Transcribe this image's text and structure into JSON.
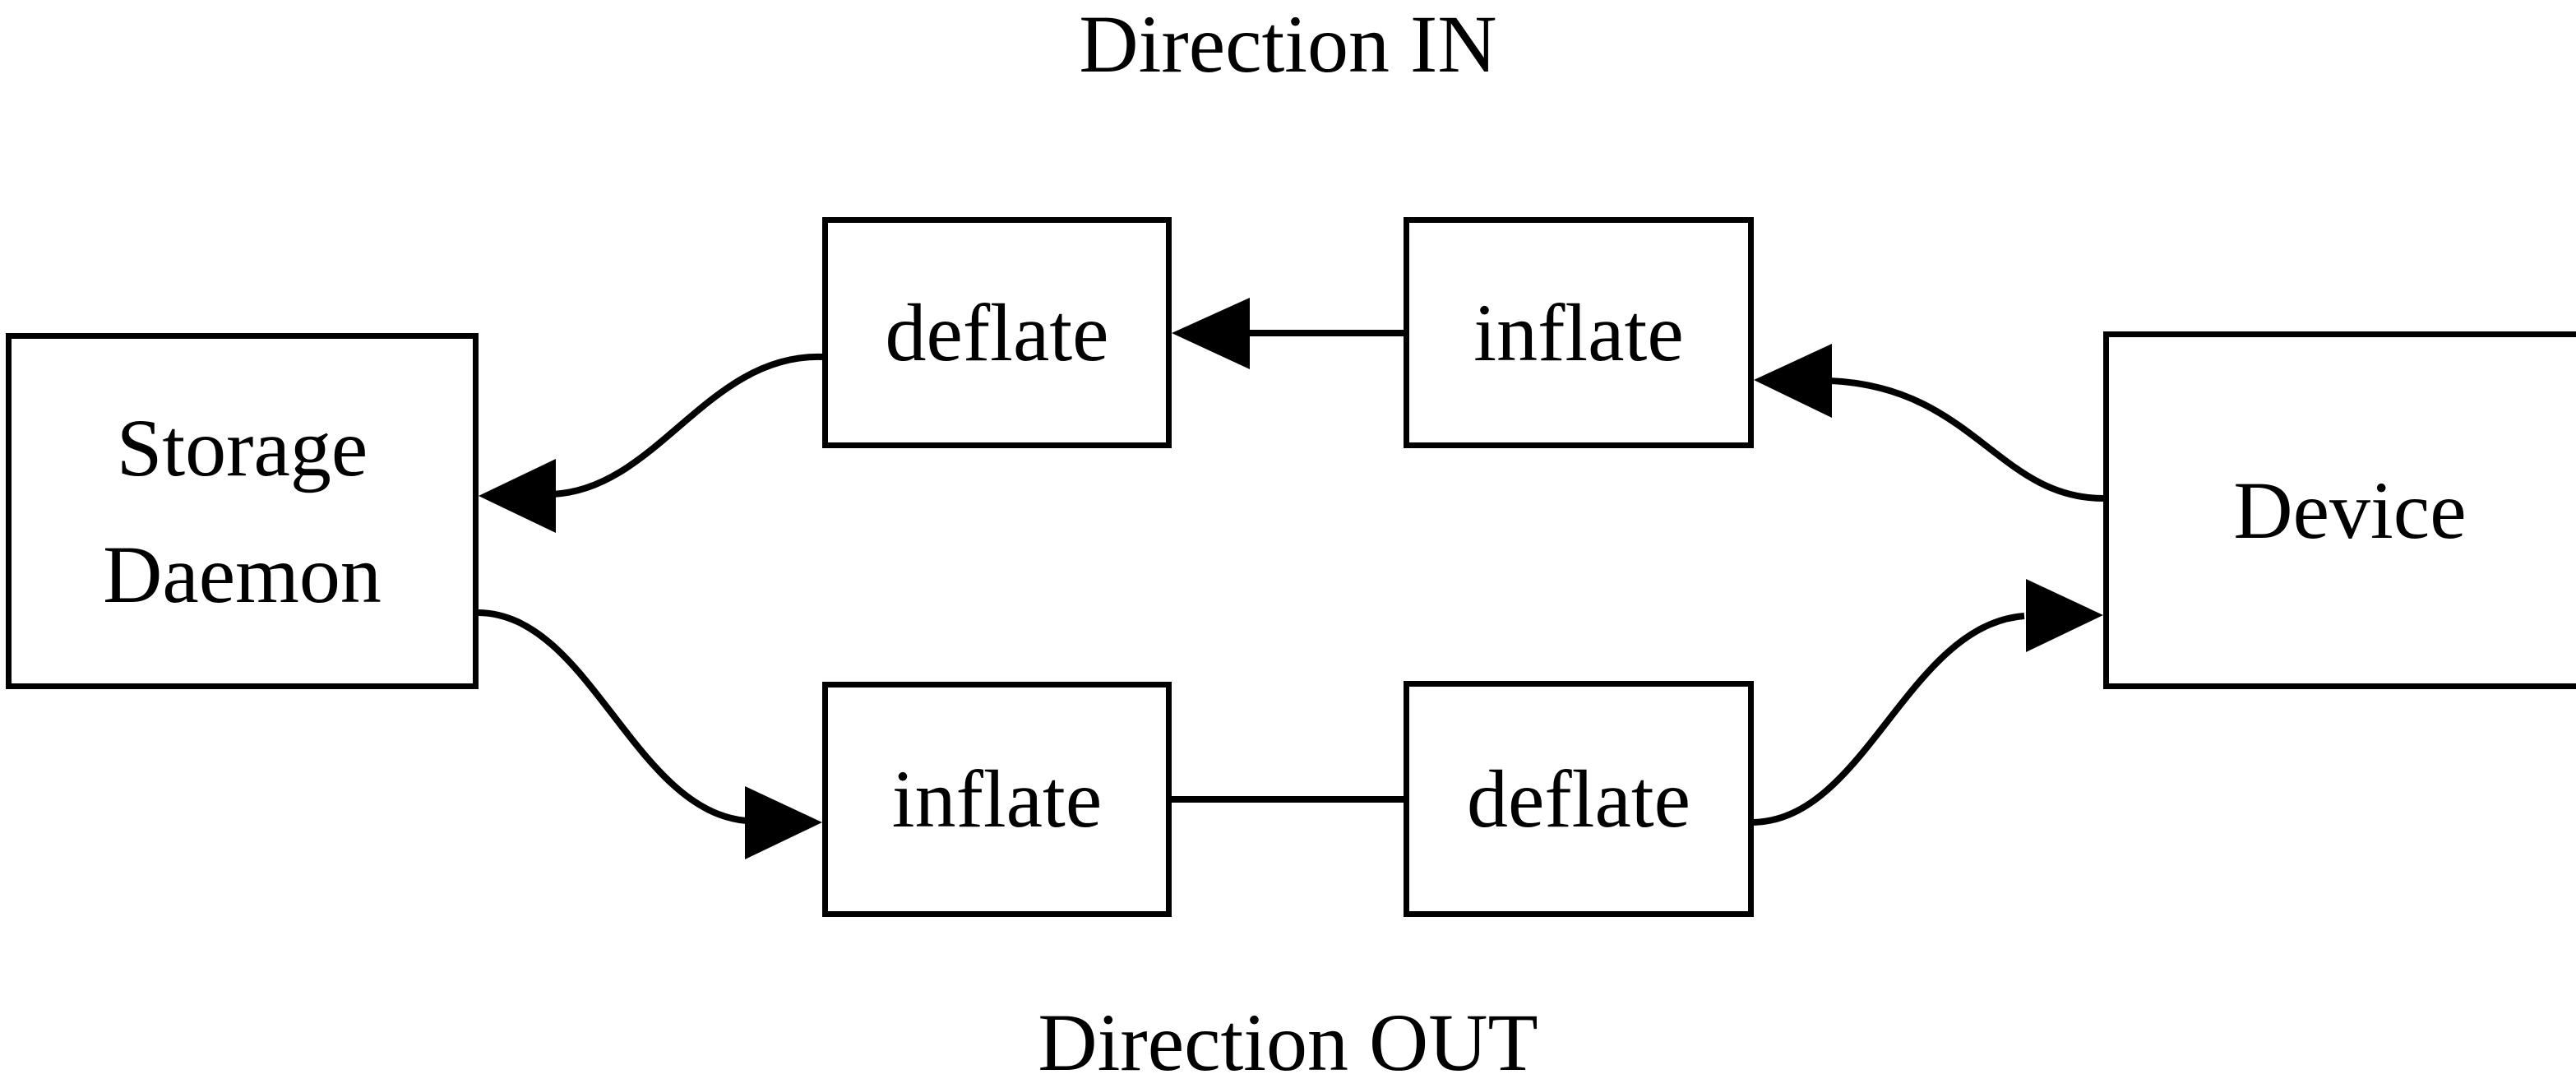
{
  "diagram": {
    "title_top": "Direction IN",
    "title_bottom": "Direction OUT",
    "background_color": "#ffffff",
    "stroke_color": "#000000",
    "nodes": [
      {
        "id": "storage-daemon",
        "lines": [
          "Storage",
          "Daemon"
        ]
      },
      {
        "id": "deflate-in",
        "lines": [
          "deflate"
        ]
      },
      {
        "id": "inflate-in",
        "lines": [
          "inflate"
        ]
      },
      {
        "id": "device",
        "lines": [
          "Device"
        ]
      },
      {
        "id": "inflate-out",
        "lines": [
          "inflate"
        ]
      },
      {
        "id": "deflate-out",
        "lines": [
          "deflate"
        ]
      }
    ],
    "edges": [
      {
        "id": "device-to-inflate-in",
        "from": "device",
        "to": "inflate-in",
        "style": "curved",
        "direction": "left"
      },
      {
        "id": "inflate-in-to-deflate-in",
        "from": "inflate-in",
        "to": "deflate-in",
        "style": "straight",
        "direction": "left"
      },
      {
        "id": "deflate-in-to-storage-daemon",
        "from": "deflate-in",
        "to": "storage-daemon",
        "style": "curved",
        "direction": "left"
      },
      {
        "id": "storage-daemon-to-inflate-out",
        "from": "storage-daemon",
        "to": "inflate-out",
        "style": "curved",
        "direction": "right"
      },
      {
        "id": "inflate-out-to-deflate-out",
        "from": "inflate-out",
        "to": "deflate-out",
        "style": "straight",
        "direction": "right"
      },
      {
        "id": "deflate-out-to-device",
        "from": "deflate-out",
        "to": "device",
        "style": "curved",
        "direction": "right"
      }
    ]
  }
}
